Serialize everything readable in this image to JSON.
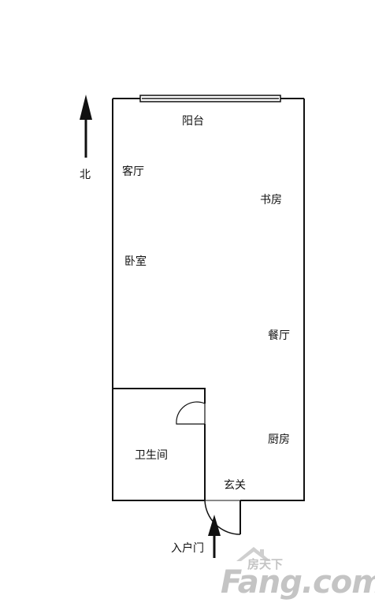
{
  "rooms": {
    "balcony": "阳台",
    "living_room": "客厅",
    "study": "书房",
    "bedroom": "卧室",
    "dining_room": "餐厅",
    "bathroom": "卫生间",
    "kitchen": "厨房",
    "foyer": "玄关"
  },
  "compass": {
    "north_label": "北"
  },
  "entrance": {
    "label": "入户门"
  },
  "watermark": {
    "brand": "Fang.com",
    "brand_cn": "房天下"
  },
  "colors": {
    "wall": "#111111",
    "window": "#555555",
    "watermark": "#c4c4c4"
  }
}
